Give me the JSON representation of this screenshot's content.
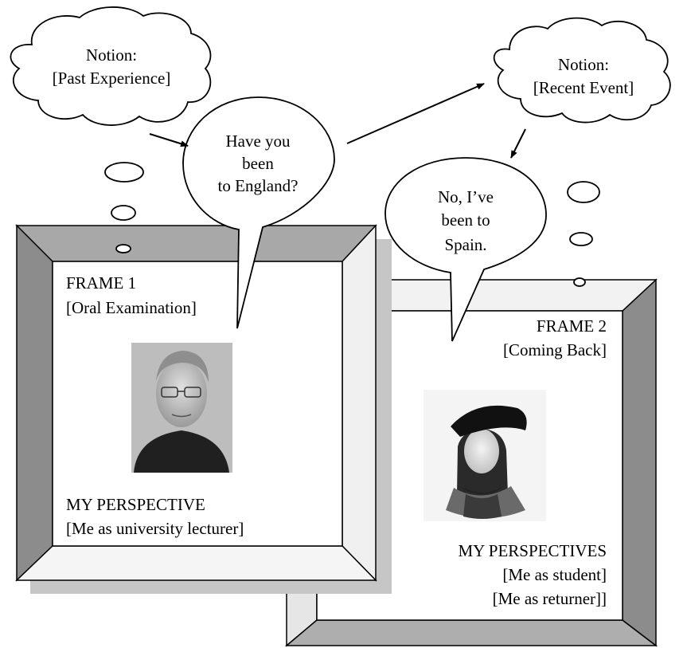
{
  "thoughts": {
    "notion_left": {
      "line1": "Notion:",
      "line2": "[Past Experience]"
    },
    "notion_right": {
      "line1": "Notion:",
      "line2": "[Recent Event]"
    }
  },
  "speech": {
    "question": {
      "line1": "Have you",
      "line2": "been",
      "line3": "to England?"
    },
    "answer": {
      "line1": "No, I’ve",
      "line2": "been to",
      "line3": "Spain."
    }
  },
  "frame1": {
    "title": "FRAME 1",
    "subtitle": "[Oral Examination]",
    "perspective_title": "MY PERSPECTIVE",
    "perspective_line1": "[Me as university lecturer]"
  },
  "frame2": {
    "title": "FRAME 2",
    "subtitle": "[Coming Back]",
    "perspective_title": "MY PERSPECTIVES",
    "perspective_line1": "[Me as student]",
    "perspective_line2": "[Me as returner]]"
  },
  "colors": {
    "frame_shadow": "#c6c6c6",
    "bevel_top": "#a8a8a8",
    "bevel_side": "#8c8c8c",
    "bevel_bottom": "#f2f2f2",
    "line": "#000000"
  }
}
